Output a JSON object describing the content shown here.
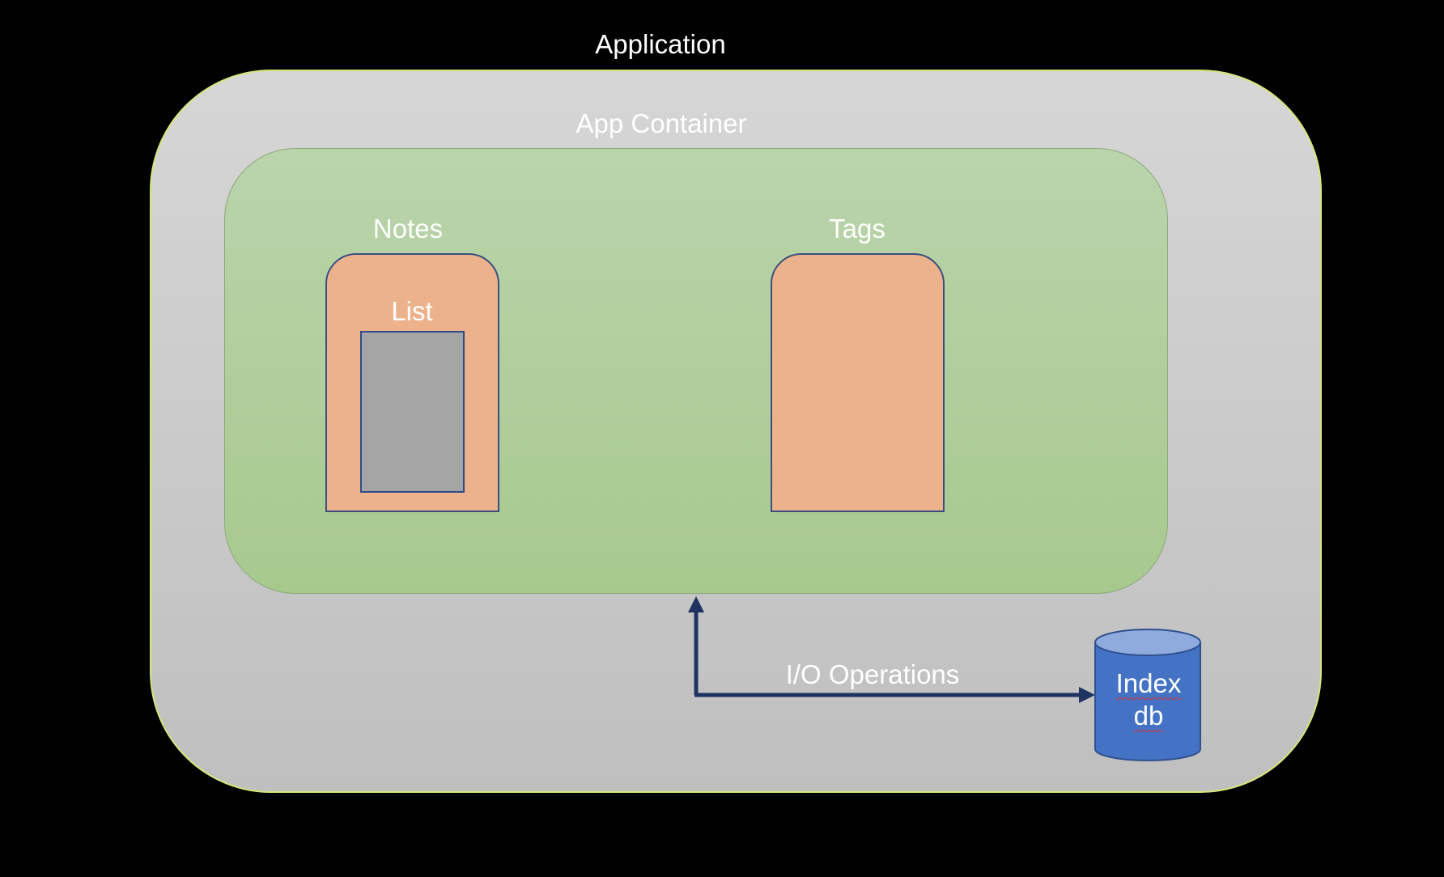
{
  "diagram": {
    "application_label": "Application",
    "app_container_label": "App Container",
    "notes_label": "Notes",
    "list_label": "List",
    "tags_label": "Tags",
    "io_label": "I/O Operations",
    "db_label_line1": "Index",
    "db_label_line2": "db"
  },
  "colors": {
    "background": "#000000",
    "application_fill": "#cfcfcf",
    "container_fill": "#b0cf9c",
    "module_fill": "#ecb28b",
    "list_fill": "#a5a5a5",
    "database_fill": "#4472c4",
    "arrow": "#1f3361"
  }
}
